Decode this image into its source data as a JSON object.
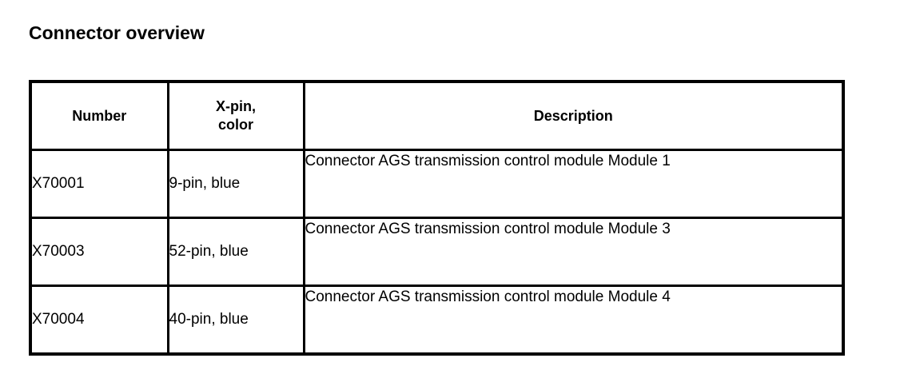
{
  "page": {
    "title": "Connector overview"
  },
  "table": {
    "headers": {
      "number": "Number",
      "xpin_line1": "X-pin,",
      "xpin_line2": "color",
      "description": "Description"
    },
    "rows": [
      {
        "number": "X70001",
        "xpin": "9-pin, blue",
        "description": "Connector AGS transmission control module Module 1"
      },
      {
        "number": "X70003",
        "xpin": "52-pin, blue",
        "description": "Connector AGS transmission control module Module 3"
      },
      {
        "number": "X70004",
        "xpin": "40-pin, blue",
        "description": "Connector AGS transmission control module Module 4"
      }
    ]
  },
  "colors": {
    "border": "#000000",
    "text": "#000000",
    "background": "#ffffff"
  }
}
